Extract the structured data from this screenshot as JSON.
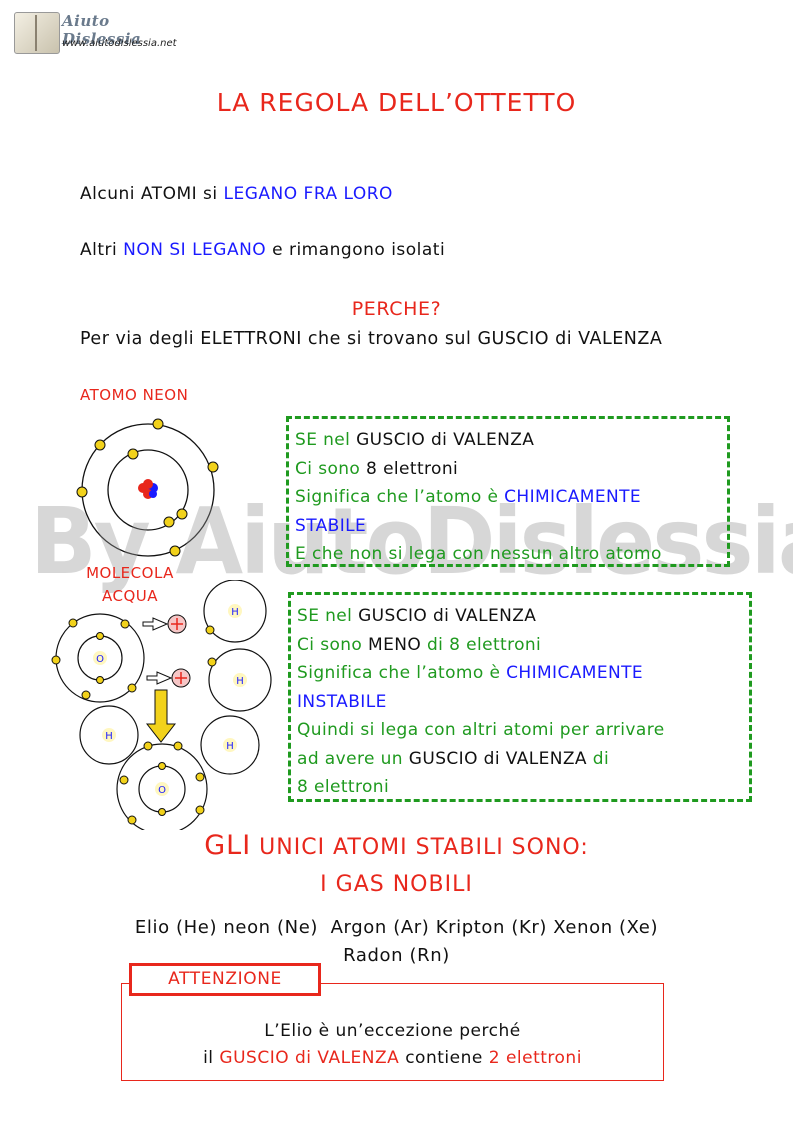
{
  "header": {
    "brand": "Aiuto Dislessia",
    "url": "www.aiutodislessia.net"
  },
  "title": "LA REGOLA DELL’OTTETTO",
  "intro": {
    "line1": {
      "prefix": "Alcuni ATOMI si ",
      "highlight": "LEGANO FRA LORO"
    },
    "line2": {
      "prefix": "Altri ",
      "highlight": "NON SI LEGANO",
      "suffix": " e rimangono isolati"
    }
  },
  "why": {
    "heading": "PERCHE?",
    "answer": "Per via degli ELETTRONI che si trovano sul GUSCIO di VALENZA"
  },
  "neon": {
    "label": "ATOMO NEON",
    "box": {
      "r1_a": "SE nel ",
      "r1_b": "GUSCIO di VALENZA",
      "r2_a": "Ci sono ",
      "r2_b": "8 elettroni",
      "r3_a": "Significa che l’atomo è ",
      "r3_b": "CHIMICAMENTE",
      "r4": "STABILE",
      "r5": "E che non si lega con nessun altro atomo"
    }
  },
  "water": {
    "label_1": "MOLECOLA",
    "label_2": "ACQUA",
    "atoms": {
      "oxygen_1": "O",
      "oxygen_2": "O",
      "hydrogen_1": "H",
      "hydrogen_2": "H",
      "hydrogen_3": "H",
      "hydrogen_4": "H"
    },
    "box": {
      "r1_a": "SE nel ",
      "r1_b": "GUSCIO di VALENZA",
      "r2_a": "Ci sono ",
      "r2_b": "MENO",
      "r2_c": " di 8 elettroni",
      "r3_a": "Significa che l’atomo è ",
      "r3_b": "CHIMICAMENTE",
      "r4": "INSTABILE",
      "r5": "Quindi si lega con altri atomi per arrivare",
      "r6_a": "ad avere un ",
      "r6_b": "GUSCIO di VALENZA",
      "r6_c": " di",
      "r7": "8 elettroni"
    }
  },
  "watermark": "By AiutoDislessia.net",
  "stable": {
    "line1_a": "GLI",
    "line1_b": " UNICI ATOMI STABILI SONO:",
    "line2": "I GAS NOBILI"
  },
  "noble_gases": {
    "line1": "Elio (He) neon (Ne)  Argon (Ar) Kripton (Kr) Xenon (Xe)",
    "line2": "Radon (Rn)"
  },
  "attention": {
    "label": "ATTENZIONE",
    "line1": "L’Elio è un’eccezione perché",
    "line2_a": "il ",
    "line2_b": "GUSCIO di VALENZA",
    "line2_c": " contiene ",
    "line2_d": "2 elettroni"
  },
  "colors": {
    "red": "#e8271c",
    "blue": "#1a1aff",
    "green": "#1f9a1f",
    "electron": "#f2d21b"
  }
}
